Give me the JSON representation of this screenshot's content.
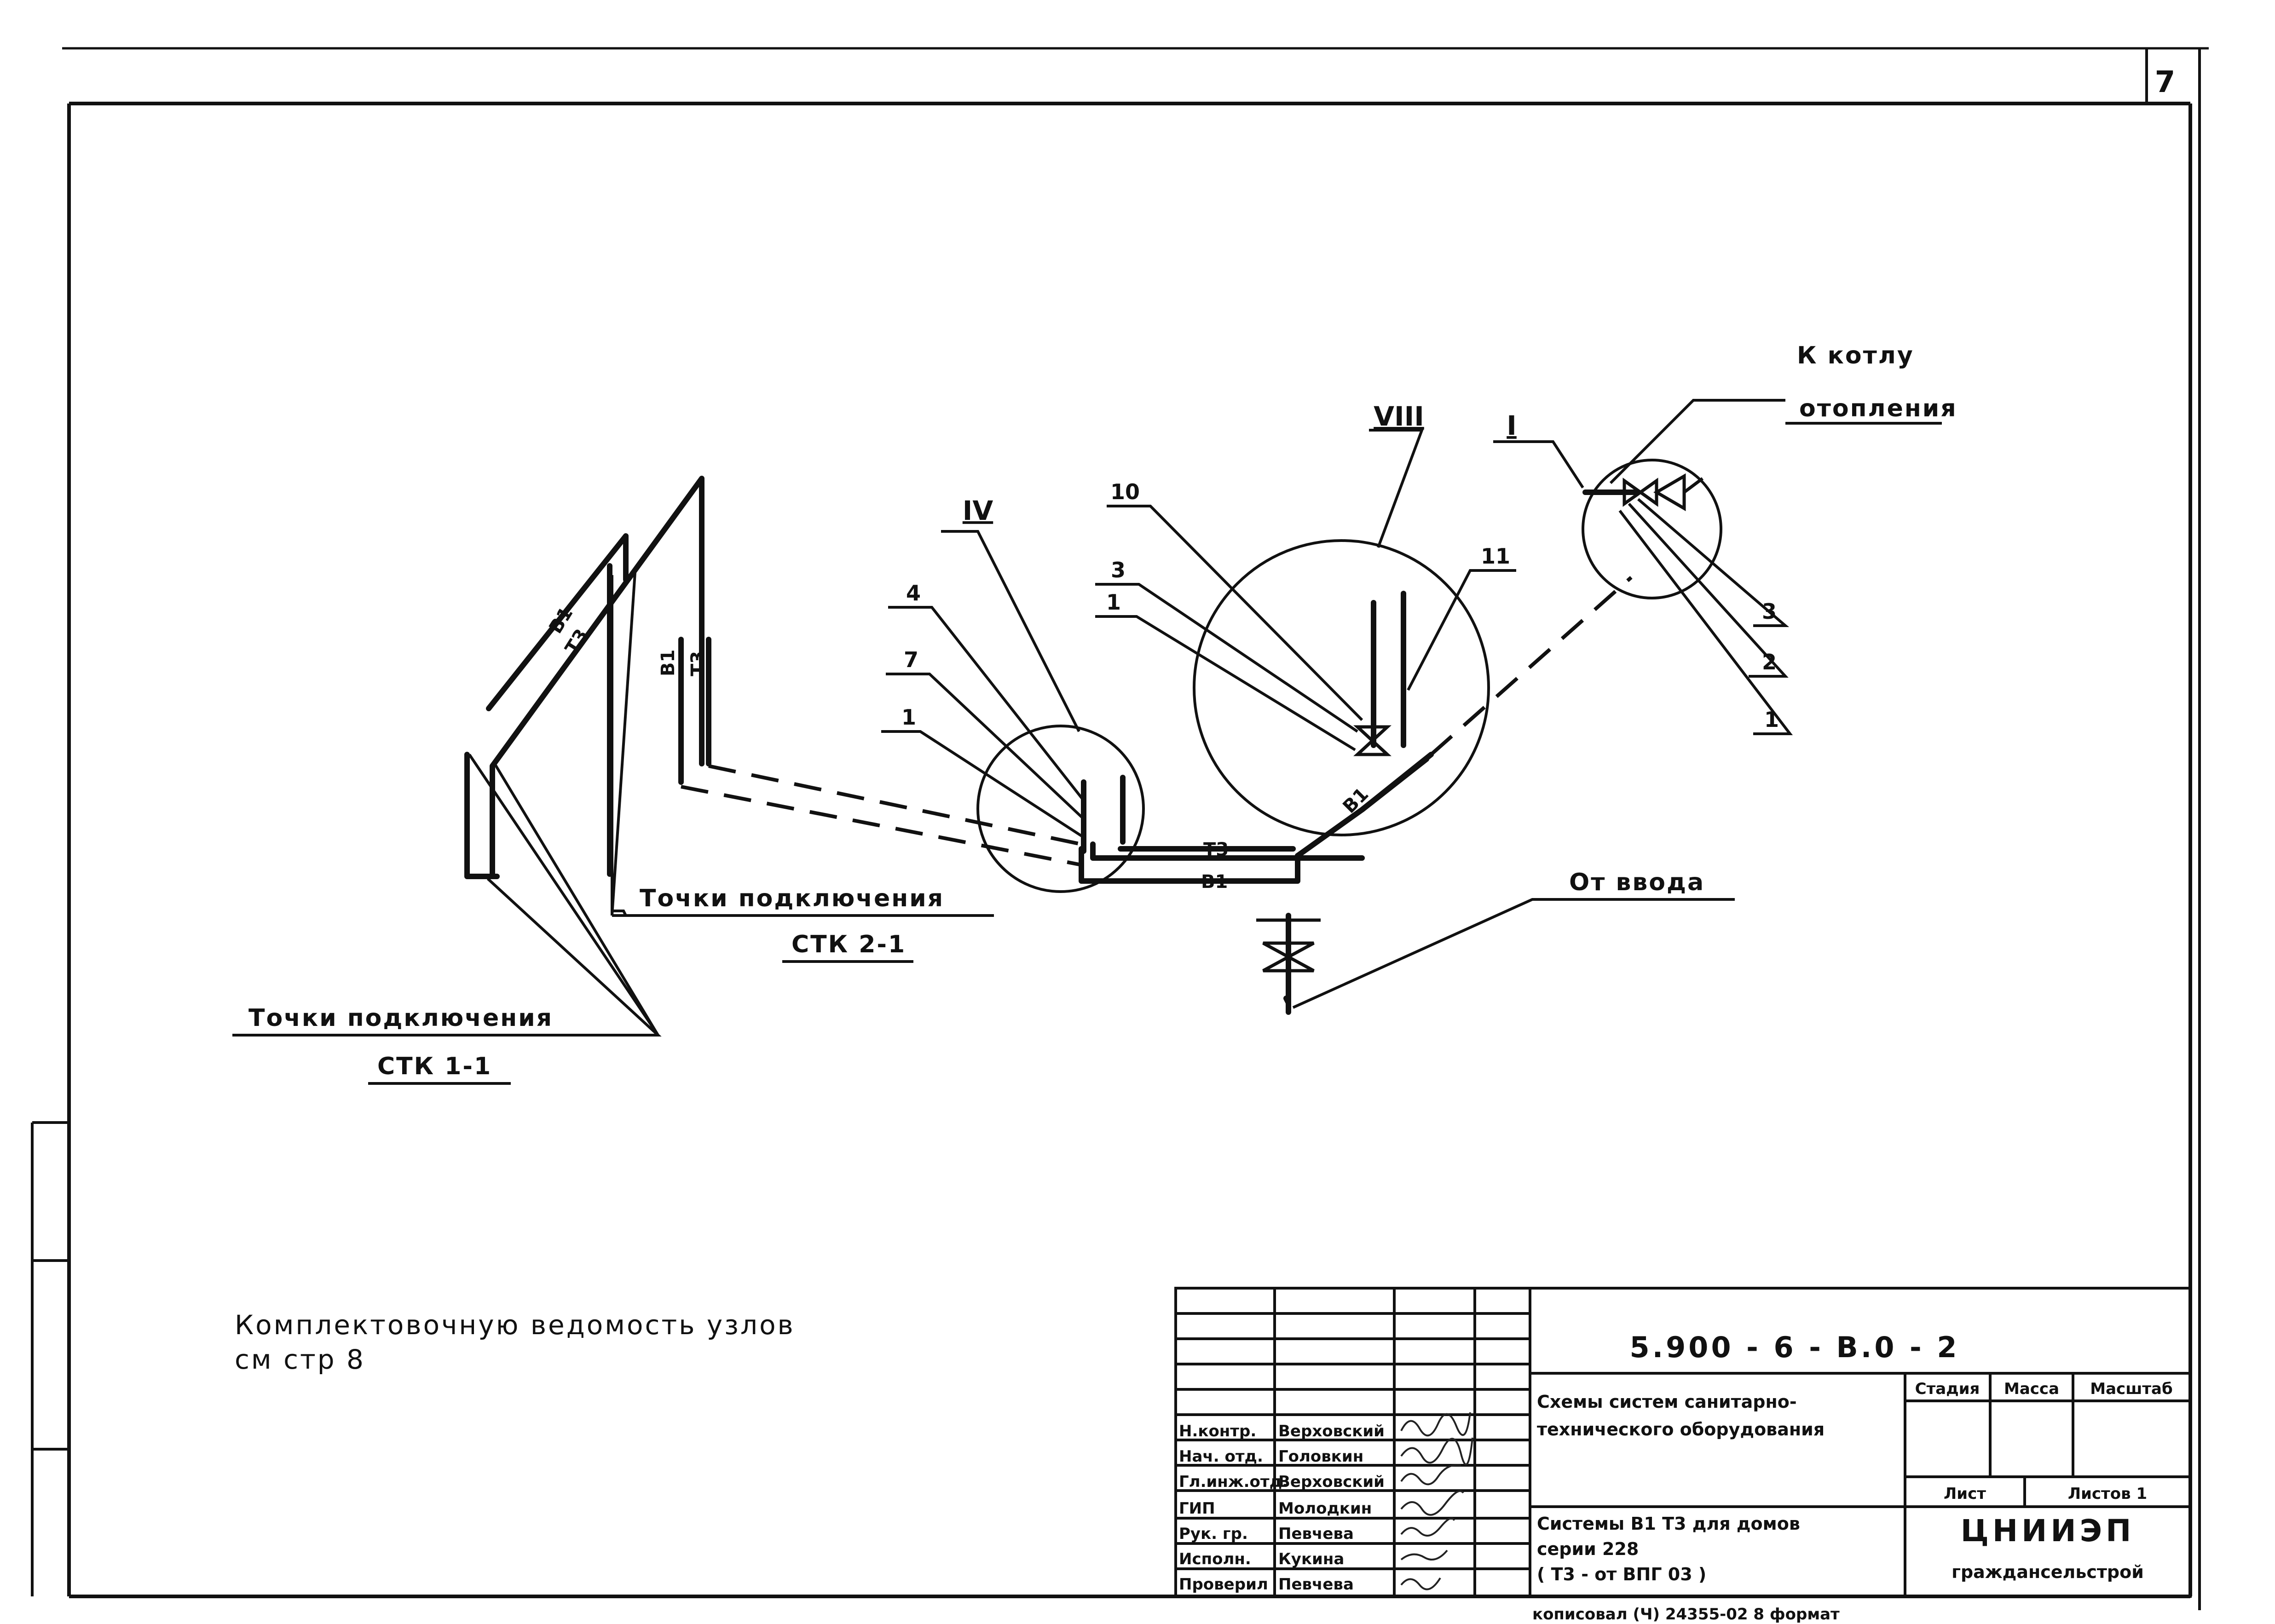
{
  "sheet": {
    "page_number": "7",
    "note_line1": "Комплектовочную ведомость узлов",
    "note_line2": "см стр 8",
    "footer_text": "кописовал (Ч) 24355-02   8   формат"
  },
  "diagram": {
    "node_labels": {
      "iv": "IV",
      "viii": "VIII",
      "i": "I"
    },
    "callout_numbers": {
      "n4": "4",
      "n7": "7",
      "n1_left": "1",
      "n10": "10",
      "n3_mid": "3",
      "n1_mid": "1",
      "n11": "11",
      "n3_right": "3",
      "n2_right": "2",
      "n1_right": "1"
    },
    "pipe_labels": {
      "b1_riser1": "В1",
      "t3_riser1": "Т3",
      "b1_riser2": "В1",
      "t3_riser2": "Т3",
      "t3_horizontal": "Т3",
      "b1_horizontal": "В1",
      "b1_incline": "В1"
    },
    "annotations": {
      "to_boiler_line1": "К котлу",
      "to_boiler_line2": "отопления",
      "from_inlet": "От ввода",
      "connection_points_2": "Точки подключения",
      "stk_2": "СТК 2-1",
      "connection_points_1": "Точки подключения",
      "stk_1": "СТК 1-1"
    }
  },
  "title_block": {
    "doc_code": "5.900 - 6 - В.0 - 2",
    "title": [
      "Схемы систем санитарно-",
      "технического оборудования"
    ],
    "stage_header": "Стадия",
    "mass_header": "Масса",
    "scale_header": "Масштаб",
    "sheet_label": "Лист",
    "sheets_label": "Листов 1",
    "subtitle": [
      "Системы В1 Т3 для домов",
      "серии 228",
      "( Т3 - от ВПГ 03 )"
    ],
    "org_line1": "ЦНИИЭП",
    "org_line2": "граждансельстрой",
    "staff": [
      {
        "role": "Н.контр.",
        "name": "Верховский"
      },
      {
        "role": "Нач. отд.",
        "name": "Головкин"
      },
      {
        "role": "Гл.инж.отд.",
        "name": "Верховский"
      },
      {
        "role": "ГИП",
        "name": "Молодкин"
      },
      {
        "role": "Рук. гр.",
        "name": "Певчева"
      },
      {
        "role": "Исполн.",
        "name": "Кукина"
      },
      {
        "role": "Проверил",
        "name": "Певчева"
      }
    ]
  }
}
